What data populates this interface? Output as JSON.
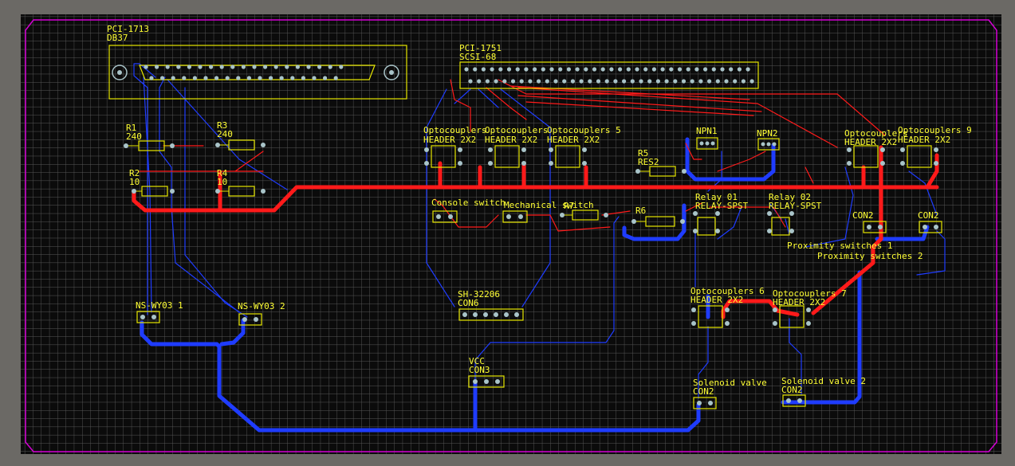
{
  "colors": {
    "background": "#6b6965",
    "board": "#0b0b0b",
    "grid": "#585858",
    "outline": "#d400d4",
    "silkscreen": "#ffff33",
    "top_layer": "#ff1a1a",
    "bottom_layer": "#1f3cff",
    "pad": "#a9c4c9"
  },
  "labels": {
    "pci1713_name": "PCI-1713",
    "pci1713_type": "DB37",
    "pci1751_name": "PCI-1751",
    "pci1751_type": "SCSI-68",
    "r1": "R1",
    "r1_val": "240",
    "r2": "R2",
    "r2_val": "10",
    "r3": "R3",
    "r3_val": "240",
    "r4": "R4",
    "r4_val": "10",
    "opto_a": "Optocouplers",
    "opto_b": "Optocouplers",
    "opto5": "Optocouplers 5",
    "header_a": "HEADER 2X2",
    "header_b": "HEADER 2X2",
    "header_c": "HEADER 2X2",
    "r5": "R5",
    "res2": "RES2",
    "npn1": "NPN1",
    "npn2": "NPN2",
    "opto_c": "Optocouplers",
    "opto9": "Optocouplers 9",
    "header_d": "HEADER 2X2",
    "header_e": "HEADER 2X2",
    "console_switch": "Console switch",
    "mechanical_switch": "Mechanical switch",
    "r7": "R7",
    "r6": "R6",
    "relay1": "Relay 01",
    "relay1_type": "RELAY-SPST",
    "relay2": "Relay 02",
    "relay2_type": "RELAY-SPST",
    "con2_a": "CON2",
    "con2_b": "CON2",
    "prox1": "Proximity switches 1",
    "prox2": "Proximity switches 2",
    "sh_name": "SH-32206",
    "con6": "CON6",
    "opto6": "Optocouplers 6",
    "opto7": "Optocouplers 7",
    "header_f": "HEADER 2X2",
    "header_g": "HEADER 2X2",
    "ns1": "NS-WY03 1",
    "ns2": "NS-WY03 2",
    "vcc": "VCC",
    "con3": "CON3",
    "sol1": "Solenoid valve",
    "sol1_type": "CON2",
    "sol2": "Solenoid valve 2",
    "sol2_type": "CON2"
  }
}
